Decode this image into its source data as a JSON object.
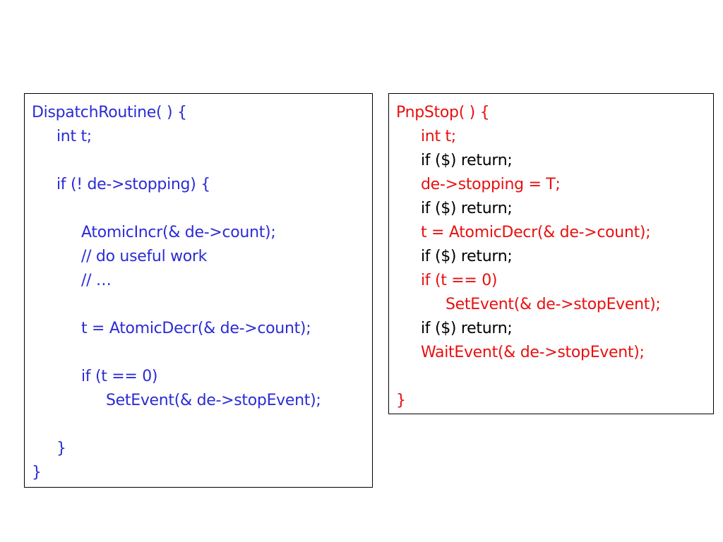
{
  "colors": {
    "blue": "#2b2bd6",
    "red": "#e81010",
    "black": "#000000"
  },
  "left_box": {
    "lines": [
      {
        "text": "DispatchRoutine( ) {",
        "indent": 0,
        "color": "blue"
      },
      {
        "text": "int t;",
        "indent": 1,
        "color": "blue"
      },
      {
        "text": "",
        "indent": 0,
        "color": "blue"
      },
      {
        "text": "if (! de->stopping) {",
        "indent": 1,
        "color": "blue"
      },
      {
        "text": "",
        "indent": 0,
        "color": "blue"
      },
      {
        "text": "AtomicIncr(& de->count);",
        "indent": 2,
        "color": "blue"
      },
      {
        "text": "// do useful work",
        "indent": 2,
        "color": "blue"
      },
      {
        "text": "// …",
        "indent": 2,
        "color": "blue"
      },
      {
        "text": "",
        "indent": 0,
        "color": "blue"
      },
      {
        "text": "t = AtomicDecr(& de->count);",
        "indent": 2,
        "color": "blue"
      },
      {
        "text": "",
        "indent": 0,
        "color": "blue"
      },
      {
        "text": "if (t == 0)",
        "indent": 2,
        "color": "blue"
      },
      {
        "text": "SetEvent(& de->stopEvent);",
        "indent": 3,
        "color": "blue"
      },
      {
        "text": "",
        "indent": 0,
        "color": "blue"
      },
      {
        "text": "}",
        "indent": 1,
        "color": "blue"
      },
      {
        "text": "}",
        "indent": 0,
        "color": "blue"
      }
    ]
  },
  "right_box": {
    "lines": [
      {
        "text": "PnpStop( ) {",
        "indent": 0,
        "color": "red"
      },
      {
        "text": "int t;",
        "indent": 1,
        "color": "red"
      },
      {
        "text": "if ($) return;",
        "indent": 1,
        "color": "black"
      },
      {
        "text": "de->stopping = T;",
        "indent": 1,
        "color": "red"
      },
      {
        "text": "if ($) return;",
        "indent": 1,
        "color": "black"
      },
      {
        "text": "t = AtomicDecr(& de->count);",
        "indent": 1,
        "color": "red"
      },
      {
        "text": "if ($) return;",
        "indent": 1,
        "color": "black"
      },
      {
        "text": "if (t == 0)",
        "indent": 1,
        "color": "red"
      },
      {
        "text": "SetEvent(& de->stopEvent);",
        "indent": 2,
        "color": "red"
      },
      {
        "text": "if ($) return;",
        "indent": 1,
        "color": "black"
      },
      {
        "text": "WaitEvent(& de->stopEvent);",
        "indent": 1,
        "color": "red"
      },
      {
        "text": "",
        "indent": 0,
        "color": "red"
      },
      {
        "text": "}",
        "indent": 0,
        "color": "red"
      }
    ]
  }
}
